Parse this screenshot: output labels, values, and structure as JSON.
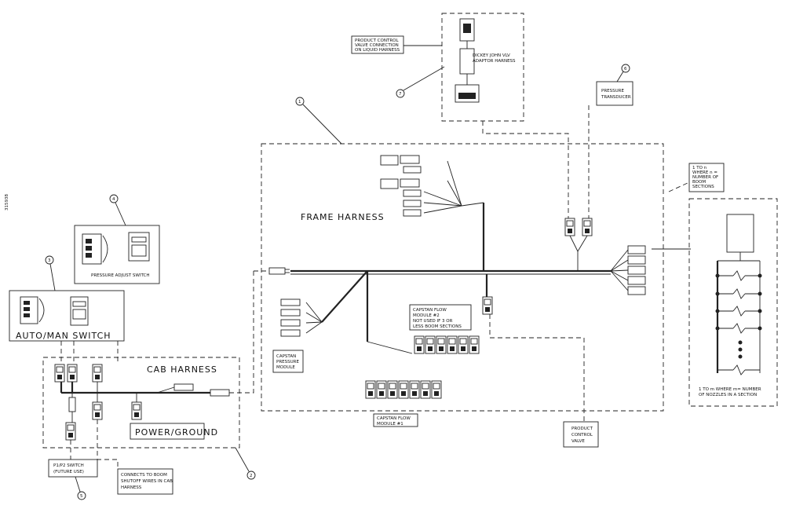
{
  "side_code": "315938",
  "frame_harness": {
    "title": "FRAME HARNESS",
    "callout": "1"
  },
  "cab_harness": {
    "title": "CAB HARNESS",
    "callout": "2"
  },
  "auto_man": {
    "title": "AUTO/MAN SWITCH",
    "callout": "3"
  },
  "pressure_adjust": {
    "title": "PRESSURE ADJUST SWITCH",
    "callout": "4"
  },
  "power_ground": {
    "title": "POWER/GROUND"
  },
  "p1p2": {
    "line1": "P1/P2 SWITCH",
    "line2": "(FUTURE USE)",
    "callout": "5"
  },
  "connects": {
    "line1": "CONNECTS TO BOOM",
    "line2": "SHUTOFF WIRES IN CAB",
    "line3": "HARNESS"
  },
  "pressure_transducer": {
    "line1": "PRESSURE",
    "line2": "TRANSDUCER",
    "callout": "6"
  },
  "product_control_note": {
    "line1": "PRODUCT CONTROL",
    "line2": "VALVE CONNECTION",
    "line3": "ON LIQUID HARNESS"
  },
  "dickey_john": {
    "line1": "DICKEY JOHN VLV",
    "line2": "ADAPTOR HARNESS",
    "callout": "7"
  },
  "capstan_pressure": {
    "line1": "CAPSTAN",
    "line2": "PRESSURE",
    "line3": "MODULE"
  },
  "capstan_flow_2": {
    "line1": "CAPSTAN FLOW",
    "line2": "MODULE #2",
    "line3": "NOT USED IF 3 OR",
    "line4": "LESS BOOM SECTIONS"
  },
  "capstan_flow_1": {
    "line1": "CAPSTAN FLOW",
    "line2": "MODULE #1"
  },
  "product_control_valve": {
    "line1": "PRODUCT",
    "line2": "CONTROL",
    "line3": "VALVE"
  },
  "boom_sections": {
    "line1": "1 TO n",
    "line2": "WHERE n =",
    "line3": "NUMBER OF",
    "line4": "BOOM",
    "line5": "SECTIONS"
  },
  "nozzles": {
    "line1": "1 TO m WHERE m= NUMBER",
    "line2": "OF NOZZLES IN A SECTION"
  }
}
